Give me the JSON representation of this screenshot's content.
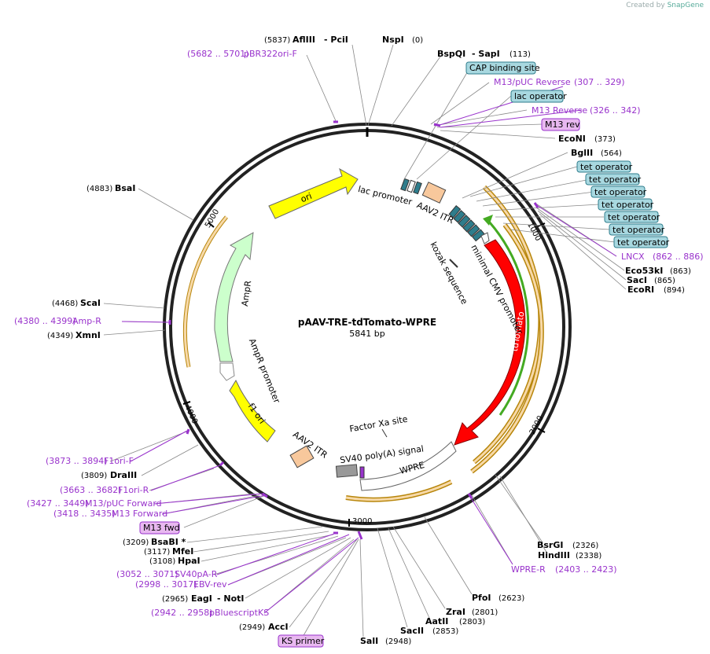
{
  "credit": {
    "prefix": "Created by",
    "brand": "SnapGene"
  },
  "plasmid": {
    "name": "pAAV-TRE-tdTomato-WPRE",
    "size": "5841 bp"
  },
  "ticks": [
    "1000",
    "2000",
    "3000",
    "4000",
    "5000"
  ],
  "features": {
    "ori": "ori",
    "lac_promoter": "lac promoter",
    "aav2_itr_top": "AAV2 ITR",
    "ampr": "AmpR",
    "ampr_promoter": "AmpR promoter",
    "f1_ori": "f1 ori",
    "minimal_cmv": "minimal CMV promoter",
    "kozak": "kozak sequence",
    "tdtomato": "tdTomato",
    "factor_xa": "Factor Xa site",
    "aav2_itr_bottom": "AAV2 ITR",
    "sv40": "SV40 poly(A) signal",
    "wpre": "WPRE"
  },
  "top_labels": {
    "aflIII": {
      "pos": "(5837)",
      "name": "AflIII",
      "extra": "- PciI"
    },
    "nspI": {
      "name": "NspI",
      "pos": "(0)"
    },
    "pbr322": {
      "range": "(5682 .. 5701)",
      "name": "pBR322ori-F"
    },
    "bspQI": {
      "name": "BspQI",
      "extra": "- SapI",
      "pos": "(113)"
    },
    "cap": "CAP binding site",
    "m13puc_rev": {
      "name": "M13/pUC Reverse",
      "range": "(307 .. 329)"
    },
    "lac_op": "lac operator",
    "m13_reverse": {
      "name": "M13 Reverse",
      "range": "(326 .. 342)"
    },
    "m13rev_box": "M13 rev",
    "ecoNI": {
      "name": "EcoNI",
      "pos": "(373)"
    },
    "bglII": {
      "name": "BglII",
      "pos": "(564)"
    },
    "tet": [
      "tet operator",
      "tet operator",
      "tet operator",
      "tet operator",
      "tet operator",
      "tet operator",
      "tet operator"
    ],
    "lncx": {
      "name": "LNCX",
      "range": "(862 .. 886)"
    },
    "eco53kI": {
      "name": "Eco53kI",
      "pos": "(863)"
    },
    "sacI": {
      "name": "SacI",
      "pos": "(865)"
    },
    "ecoRI": {
      "name": "EcoRI",
      "pos": "(894)"
    }
  },
  "left_labels": {
    "bsaI": {
      "pos": "(4883)",
      "name": "BsaI"
    },
    "scaI": {
      "pos": "(4468)",
      "name": "ScaI"
    },
    "ampR_primer": {
      "range": "(4380 .. 4399)",
      "name": "Amp-R"
    },
    "xmnI": {
      "pos": "(4349)",
      "name": "XmnI"
    },
    "f1ori_f": {
      "range": "(3873 .. 3894)",
      "name": "F1ori-F"
    },
    "draIII": {
      "pos": "(3809)",
      "name": "DraIII"
    },
    "f1ori_r": {
      "range": "(3663 .. 3682)",
      "name": "F1ori-R"
    },
    "m13puc_fwd": {
      "range": "(3427 .. 3449)",
      "name": "M13/pUC Forward"
    },
    "m13_forward": {
      "range": "(3418 .. 3435)",
      "name": "M13 Forward"
    },
    "m13fwd_box": "M13 fwd",
    "bsaBI": {
      "pos": "(3209)",
      "name": "BsaBI *"
    },
    "mfeI": {
      "pos": "(3117)",
      "name": "MfeI"
    },
    "hpaI": {
      "pos": "(3108)",
      "name": "HpaI"
    },
    "sv40pa_r": {
      "range": "(3052 .. 3071)",
      "name": "SV40pA-R"
    },
    "ebv_rev": {
      "range": "(2998 .. 3017)",
      "name": "EBV-rev"
    },
    "eagI": {
      "pos": "(2965)",
      "name": "EagI",
      "extra": "- NotI"
    },
    "pbluescript": {
      "range": "(2942 .. 2958)",
      "name": "pBluescriptKS"
    },
    "accI": {
      "pos": "(2949)",
      "name": "AccI"
    },
    "ks_primer": "KS primer"
  },
  "bottom_labels": {
    "salI": {
      "name": "SalI",
      "pos": "(2948)"
    },
    "sacII": {
      "name": "SacII",
      "pos": "(2853)"
    },
    "aatII": {
      "name": "AatII",
      "pos": "(2803)"
    },
    "zraI": {
      "name": "ZraI",
      "pos": "(2801)"
    },
    "pfoI": {
      "name": "PfoI",
      "pos": "(2623)"
    },
    "wpre_r": {
      "name": "WPRE-R",
      "range": "(2403 .. 2423)"
    },
    "hindIII": {
      "name": "HindIII",
      "pos": "(2338)"
    },
    "bsrGI": {
      "name": "BsrGI",
      "pos": "(2326)"
    }
  },
  "colors": {
    "backbone": "#222222",
    "primer": "#9933cc",
    "ori": "#ffff00",
    "ampr": "#ccffcc",
    "tdtomato": "#ff0000",
    "itr": "#f8c89c",
    "orf": "#f7d9a8",
    "orf_stroke": "#b8860b",
    "cmv": "#44aa22",
    "teal": "#2e7d8c",
    "box_fill": "#a8d8e0",
    "primer_box": "#e8b8f0"
  }
}
